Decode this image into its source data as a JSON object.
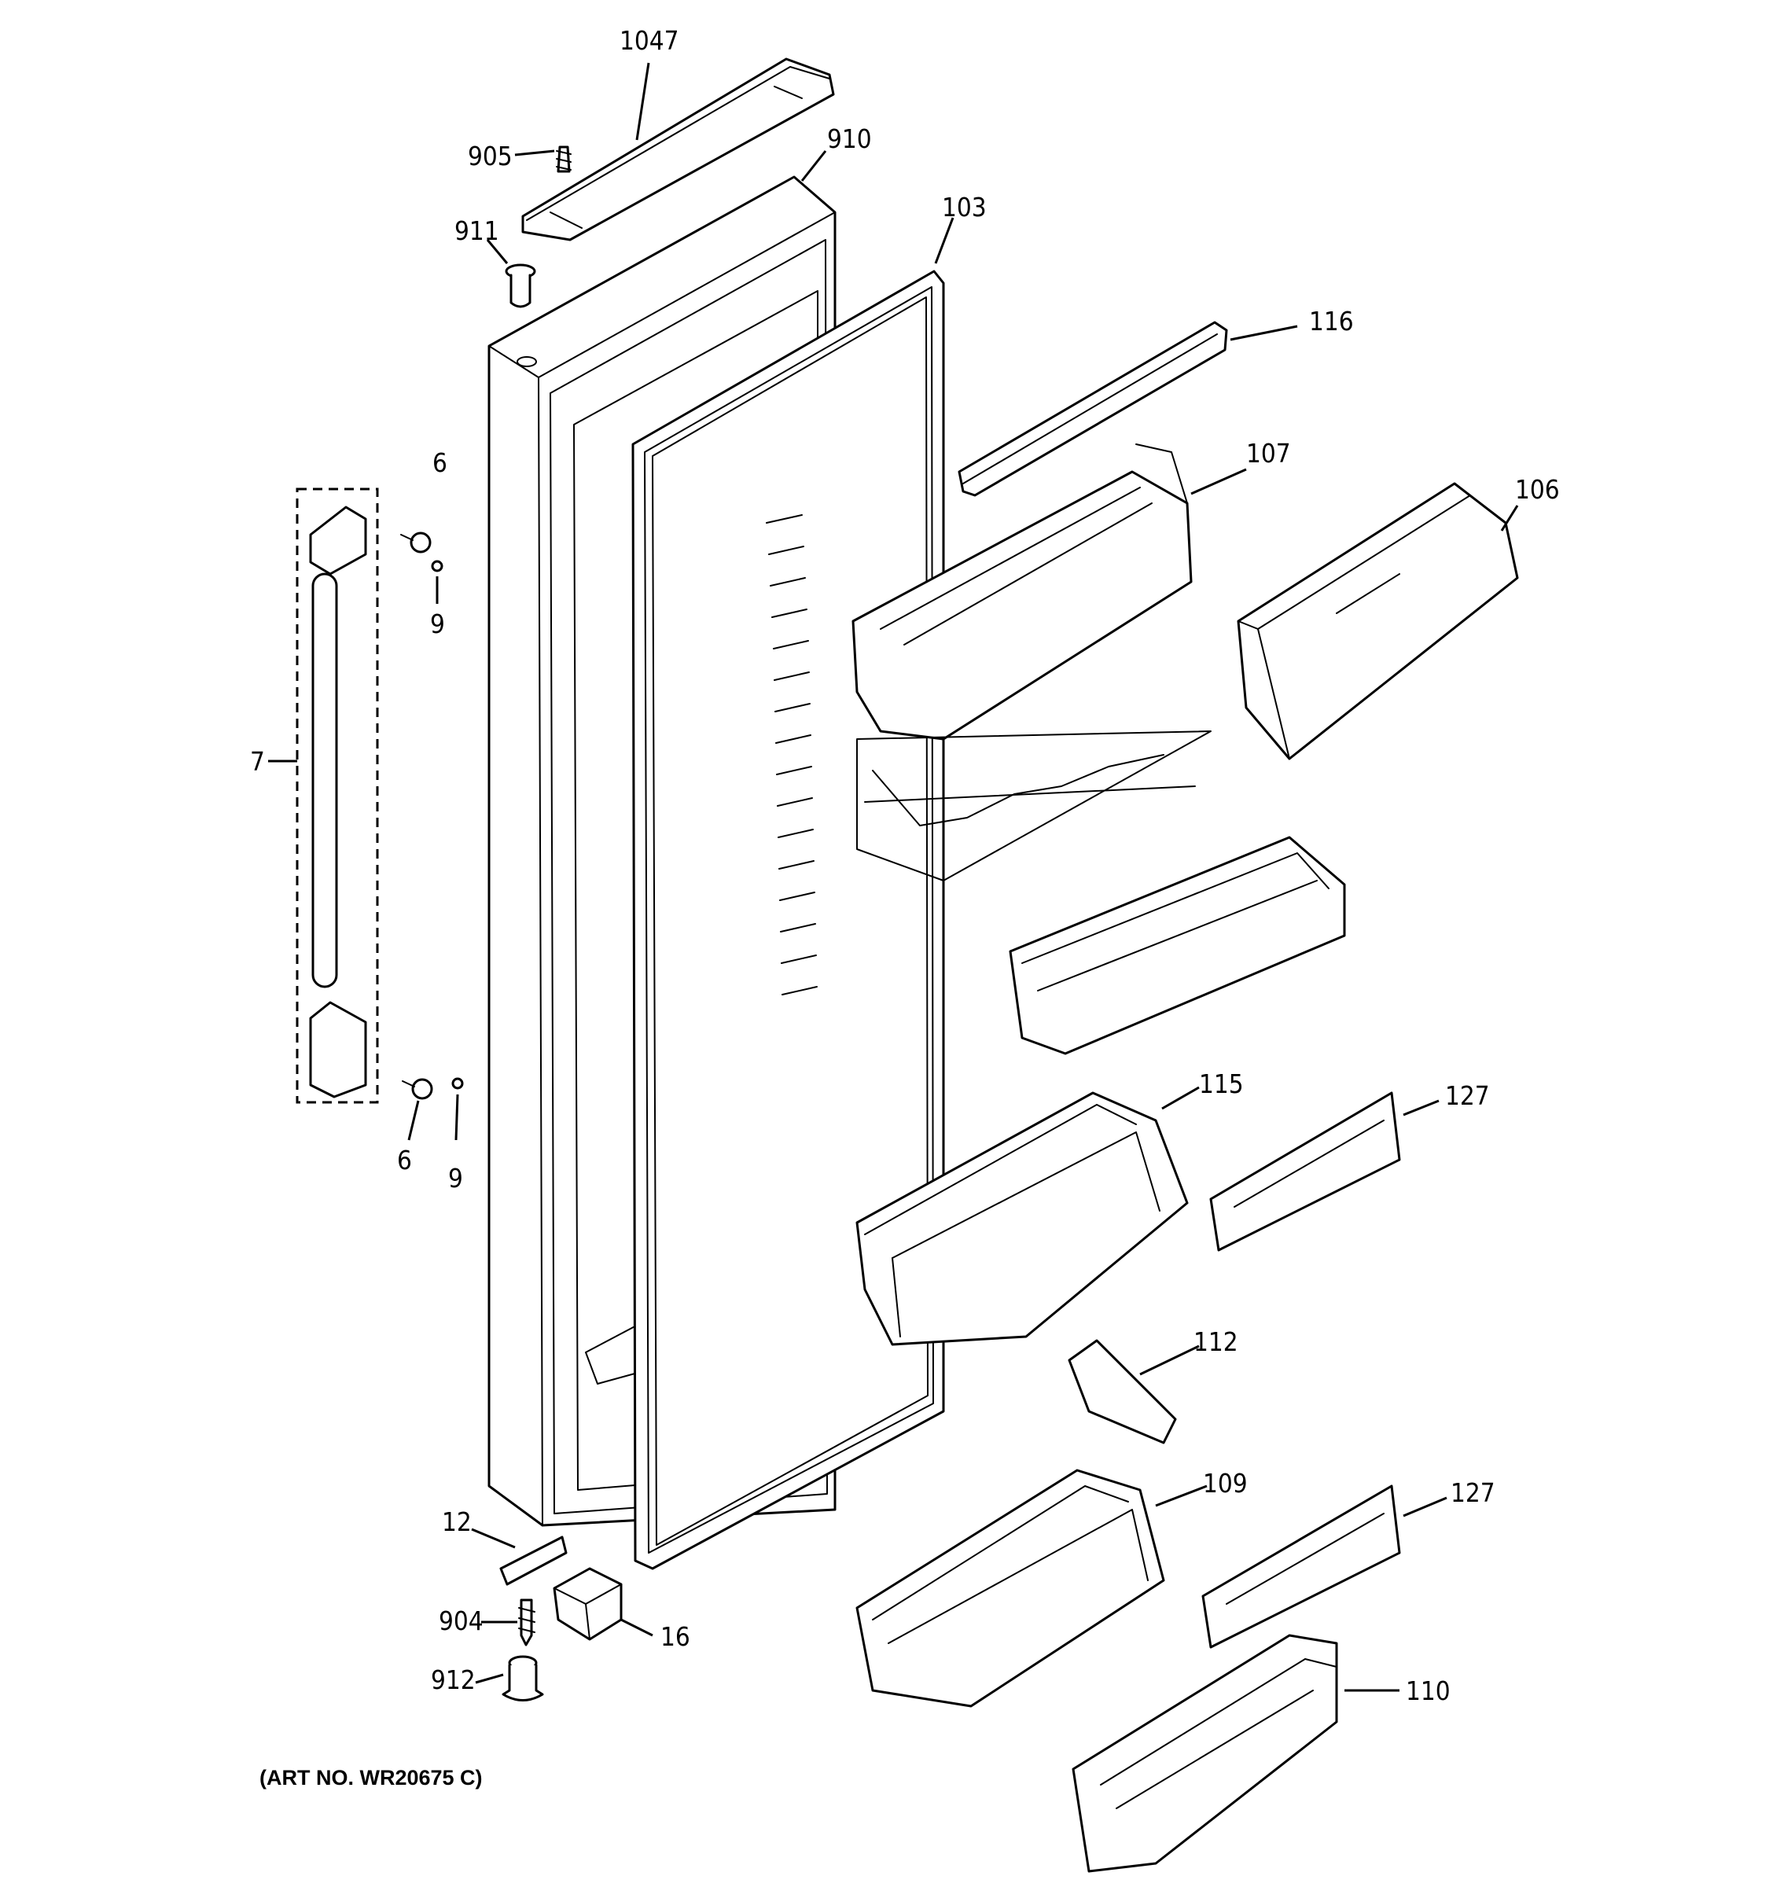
{
  "callouts": {
    "c1047": "1047",
    "c905": "905",
    "c910": "910",
    "c911": "911",
    "c103": "103",
    "c116": "116",
    "c107": "107",
    "c106": "106",
    "c6a": "6",
    "c9a": "9",
    "c7": "7",
    "c6b": "6",
    "c9b": "9",
    "c115": "115",
    "c127a": "127",
    "c112": "112",
    "c109": "109",
    "c127b": "127",
    "c12": "12",
    "c904": "904",
    "c16": "16",
    "c912": "912",
    "c110": "110"
  },
  "art_number": "(ART NO. WR20675 C)"
}
